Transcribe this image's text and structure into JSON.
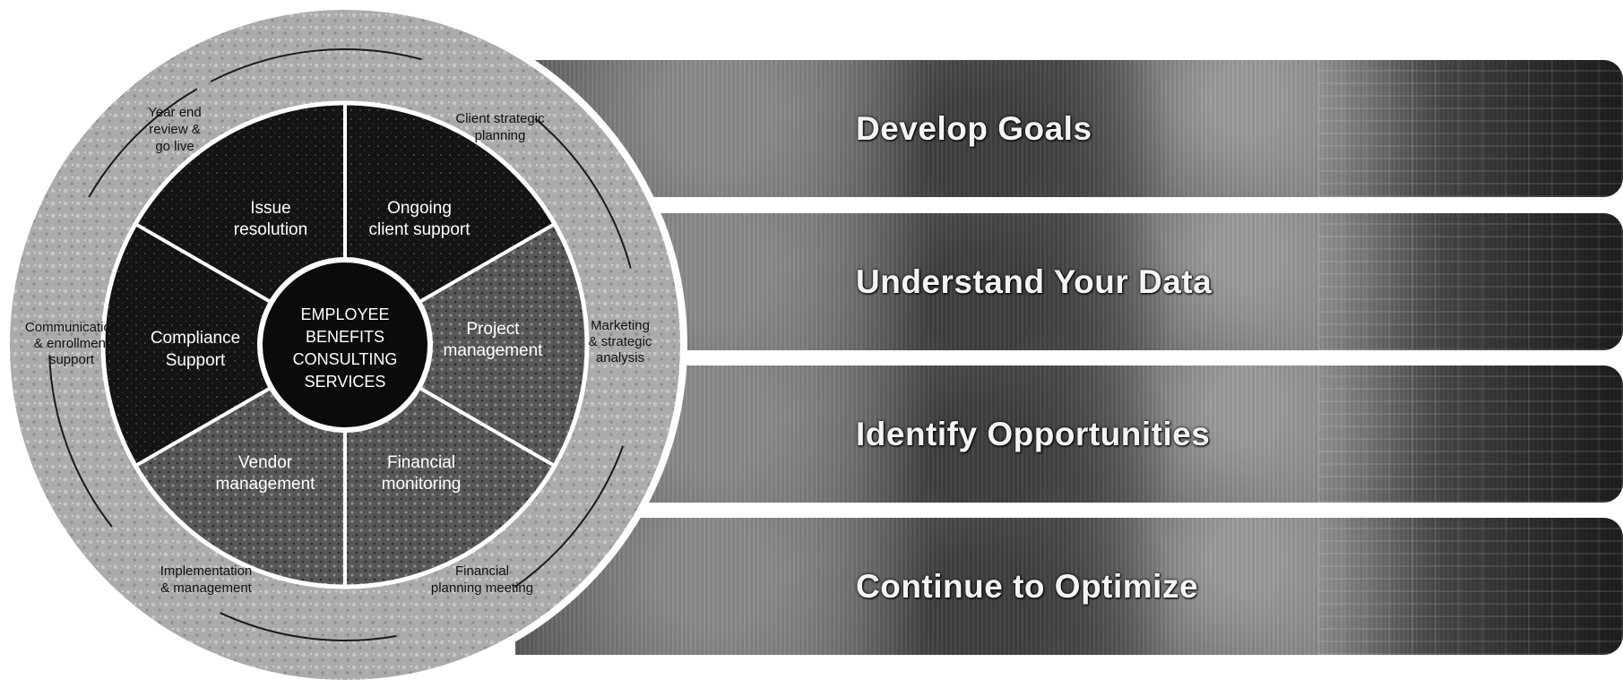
{
  "bands": [
    {
      "label": "Develop Goals"
    },
    {
      "label": "Understand Your Data"
    },
    {
      "label": "Identify Opportunities"
    },
    {
      "label": "Continue to Optimize"
    }
  ],
  "center": {
    "lines": [
      "EMPLOYEE",
      "BENEFITS",
      "CONSULTING",
      "SERVICES"
    ]
  },
  "inner_segments": [
    {
      "lines": [
        "Issue",
        "resolution"
      ]
    },
    {
      "lines": [
        "Ongoing",
        "client support"
      ]
    },
    {
      "lines": [
        "Project",
        "management"
      ]
    },
    {
      "lines": [
        "Financial",
        "monitoring"
      ]
    },
    {
      "lines": [
        "Vendor",
        "management"
      ]
    },
    {
      "lines": [
        "Compliance",
        "Support"
      ]
    }
  ],
  "outer_labels": [
    {
      "lines": [
        "Client strategic",
        "planning"
      ]
    },
    {
      "lines": [
        "Marketing",
        "& strategic",
        "analysis"
      ]
    },
    {
      "lines": [
        "Financial",
        "planning meeting"
      ]
    },
    {
      "lines": [
        "Implementation",
        "& management"
      ]
    },
    {
      "lines": [
        "Communication",
        "& enrollment",
        "support"
      ]
    },
    {
      "lines": [
        "Year end",
        "review &",
        "go live"
      ]
    }
  ],
  "colors": {
    "segment_dark": "#121212",
    "segment_mid": "#5a5a5a",
    "ring": "#a9a9a9",
    "center_fill": "#0b0b0b",
    "center_stroke": "#ffffff",
    "label_light": "#ffffff",
    "label_dark": "#111111"
  }
}
